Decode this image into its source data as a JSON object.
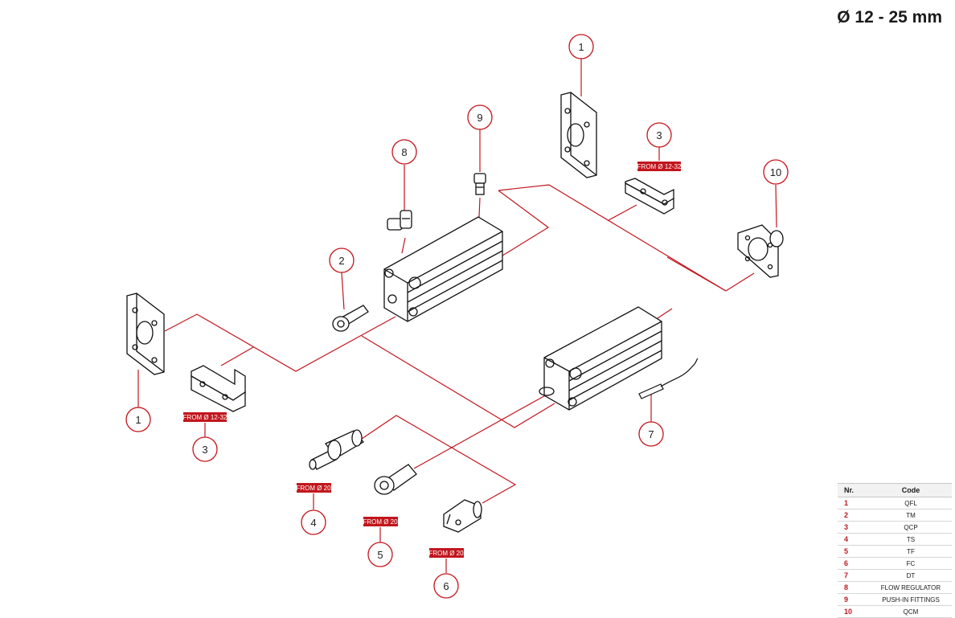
{
  "title": "Ø 12 - 25 mm",
  "accent_color": "#c2161d",
  "callouts": [
    "1",
    "1",
    "2",
    "3",
    "3",
    "4",
    "5",
    "6",
    "7",
    "8",
    "9",
    "10"
  ],
  "tags": [
    "FROM Ø 12-32",
    "FROM Ø 12-32",
    "FROM Ø 20",
    "FROM Ø 20",
    "FROM Ø 20"
  ],
  "legend": {
    "headers": [
      "Nr.",
      "Code"
    ],
    "rows": [
      {
        "nr": "1",
        "code": "QFL"
      },
      {
        "nr": "2",
        "code": "TM"
      },
      {
        "nr": "3",
        "code": "QCP"
      },
      {
        "nr": "4",
        "code": "TS"
      },
      {
        "nr": "5",
        "code": "TF"
      },
      {
        "nr": "6",
        "code": "FC"
      },
      {
        "nr": "7",
        "code": "DT"
      },
      {
        "nr": "8",
        "code": "FLOW REGULATOR"
      },
      {
        "nr": "9",
        "code": "PUSH-IN FITTINGS"
      },
      {
        "nr": "10",
        "code": "QCM"
      }
    ]
  }
}
